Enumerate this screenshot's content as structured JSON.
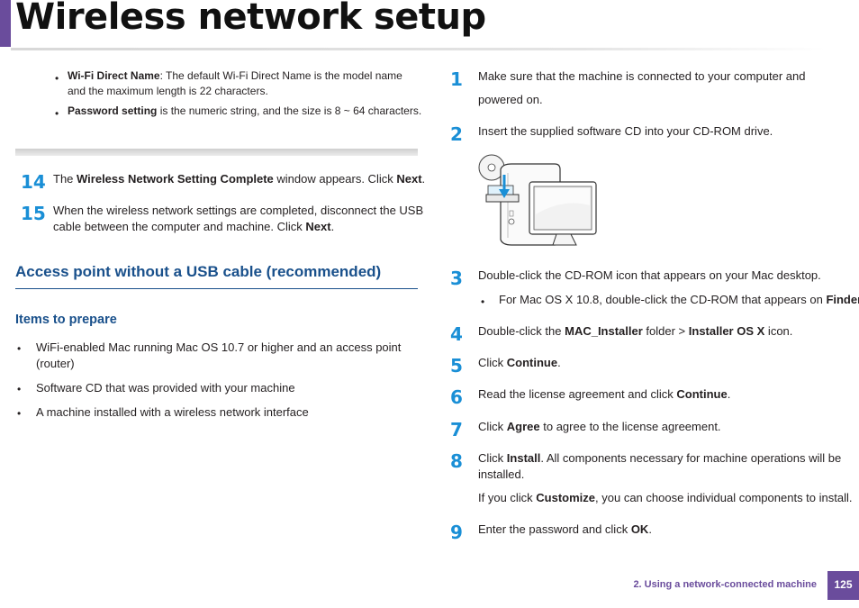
{
  "page": {
    "title": "Wireless network setup"
  },
  "left": {
    "bullets_top": [
      {
        "bold": "Wi-Fi Direct Name",
        "text1": ": The default Wi-Fi Direct Name is the model name",
        "text2": "and the maximum length is 22 characters."
      },
      {
        "bold": "Password setting",
        "text": " is the numeric string, and the size is 8 ~ 64 characters."
      }
    ],
    "steps": [
      {
        "num": "14",
        "pre": "The ",
        "bold1": "Wireless Network Setting Complete",
        "mid": " window appears. Click ",
        "bold2": "Next",
        "post": "."
      },
      {
        "num": "15",
        "line1": "When the wireless network settings are completed, disconnect the USB",
        "line2_pre": "cable between the computer and machine. Click ",
        "bold": "Next",
        "post": "."
      }
    ],
    "section_heading": "Access point without a USB cable (recommended)",
    "subheading": "Items to prepare",
    "items": [
      {
        "line1": "WiFi-enabled Mac running Mac OS 10.7 or higher and an access point",
        "line2": "(router)"
      },
      {
        "line1": "Software CD that was provided with your machine"
      },
      {
        "line1": "A machine installed with a wireless network interface"
      }
    ]
  },
  "right": {
    "steps": [
      {
        "num": "1",
        "line1": "Make sure that the machine is connected to your computer and",
        "line2": "powered on."
      },
      {
        "num": "2",
        "text": "Insert the supplied software CD into your CD-ROM drive."
      },
      {
        "num": "3",
        "text": "Double-click the CD-ROM icon that appears on your Mac desktop.",
        "sub_pre": "For Mac OS X 10.8, double-click the CD-ROM that appears on ",
        "sub_bold": "Finder",
        "sub_post": "."
      },
      {
        "num": "4",
        "pre": "Double-click the ",
        "bold1": "MAC_Installer",
        "mid": " folder > ",
        "bold2": "Installer OS X",
        "post": " icon."
      },
      {
        "num": "5",
        "pre": "Click ",
        "bold": "Continue",
        "post": "."
      },
      {
        "num": "6",
        "pre": "Read the license agreement and click ",
        "bold": "Continue",
        "post": "."
      },
      {
        "num": "7",
        "pre": "Click ",
        "bold": "Agree",
        "post": " to agree to the license agreement."
      },
      {
        "num": "8",
        "pre": "Click ",
        "bold": "Install",
        "post": ". All components necessary for machine operations will be",
        "line2": "installed.",
        "extra_pre": "If you click ",
        "extra_bold": "Customize",
        "extra_post": ", you can choose individual components to install."
      },
      {
        "num": "9",
        "pre": "Enter the password and click ",
        "bold": "OK",
        "post": "."
      }
    ]
  },
  "footer": {
    "chapter": "2.  Using a network-connected machine",
    "page_number": "125"
  },
  "colors": {
    "accent": "#6a4c9c",
    "step_number": "#1a8fd6",
    "heading": "#19508b"
  }
}
